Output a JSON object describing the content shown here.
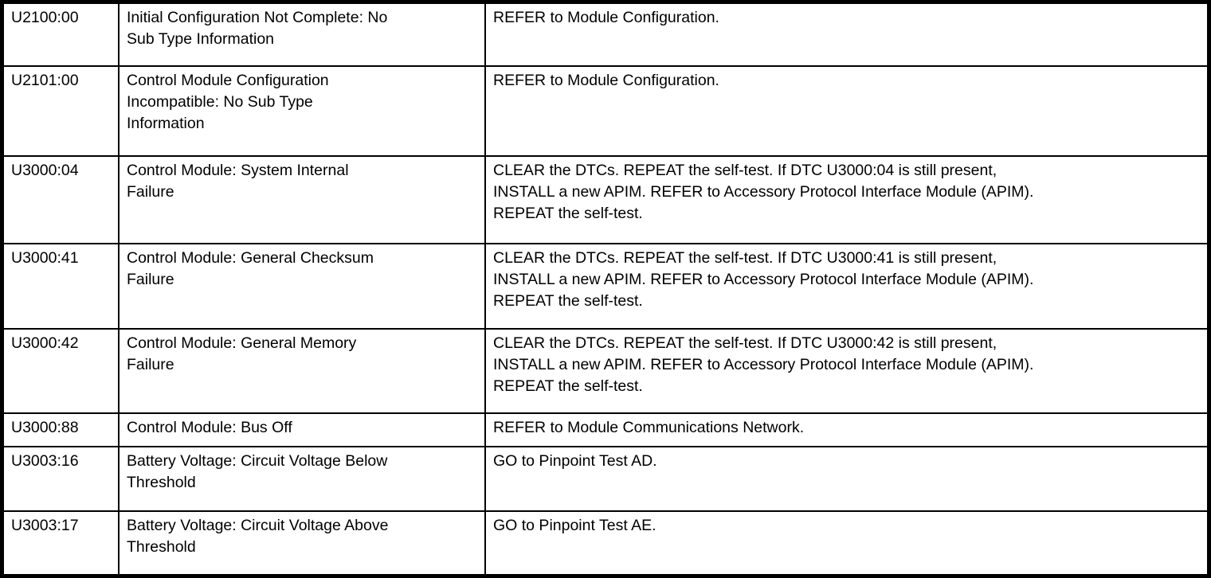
{
  "table": {
    "rows": [
      {
        "code": "U2100:00",
        "description": "Initial Configuration Not Complete: No\nSub Type Information",
        "action": "REFER to Module Configuration."
      },
      {
        "code": "U2101:00",
        "description": "Control Module Configuration\nIncompatible: No Sub Type\nInformation",
        "action": "REFER to Module Configuration."
      },
      {
        "code": "U3000:04",
        "description": "Control Module: System Internal\nFailure",
        "action": "CLEAR the DTCs. REPEAT the self-test. If DTC U3000:04 is still present,\nINSTALL a new APIM. REFER to Accessory Protocol Interface Module (APIM).\nREPEAT the self-test."
      },
      {
        "code": "U3000:41",
        "description": "Control Module: General Checksum\nFailure",
        "action": "CLEAR the DTCs. REPEAT the self-test. If DTC U3000:41 is still present,\nINSTALL a new APIM. REFER to Accessory Protocol Interface Module (APIM).\nREPEAT the self-test."
      },
      {
        "code": "U3000:42",
        "description": "Control Module: General Memory\nFailure",
        "action": "CLEAR the DTCs. REPEAT the self-test. If DTC U3000:42 is still present,\nINSTALL a new APIM. REFER to Accessory Protocol Interface Module (APIM).\nREPEAT the self-test."
      },
      {
        "code": "U3000:88",
        "description": "Control Module: Bus Off",
        "action": "REFER to Module Communications Network."
      },
      {
        "code": "U3003:16",
        "description": "Battery Voltage: Circuit Voltage Below\nThreshold",
        "action": "GO to Pinpoint Test AD."
      },
      {
        "code": "U3003:17",
        "description": "Battery Voltage: Circuit Voltage Above\nThreshold",
        "action": "GO to Pinpoint Test AE."
      }
    ],
    "colors": {
      "border": "#000000",
      "background": "#ffffff",
      "text": "#000000"
    }
  }
}
